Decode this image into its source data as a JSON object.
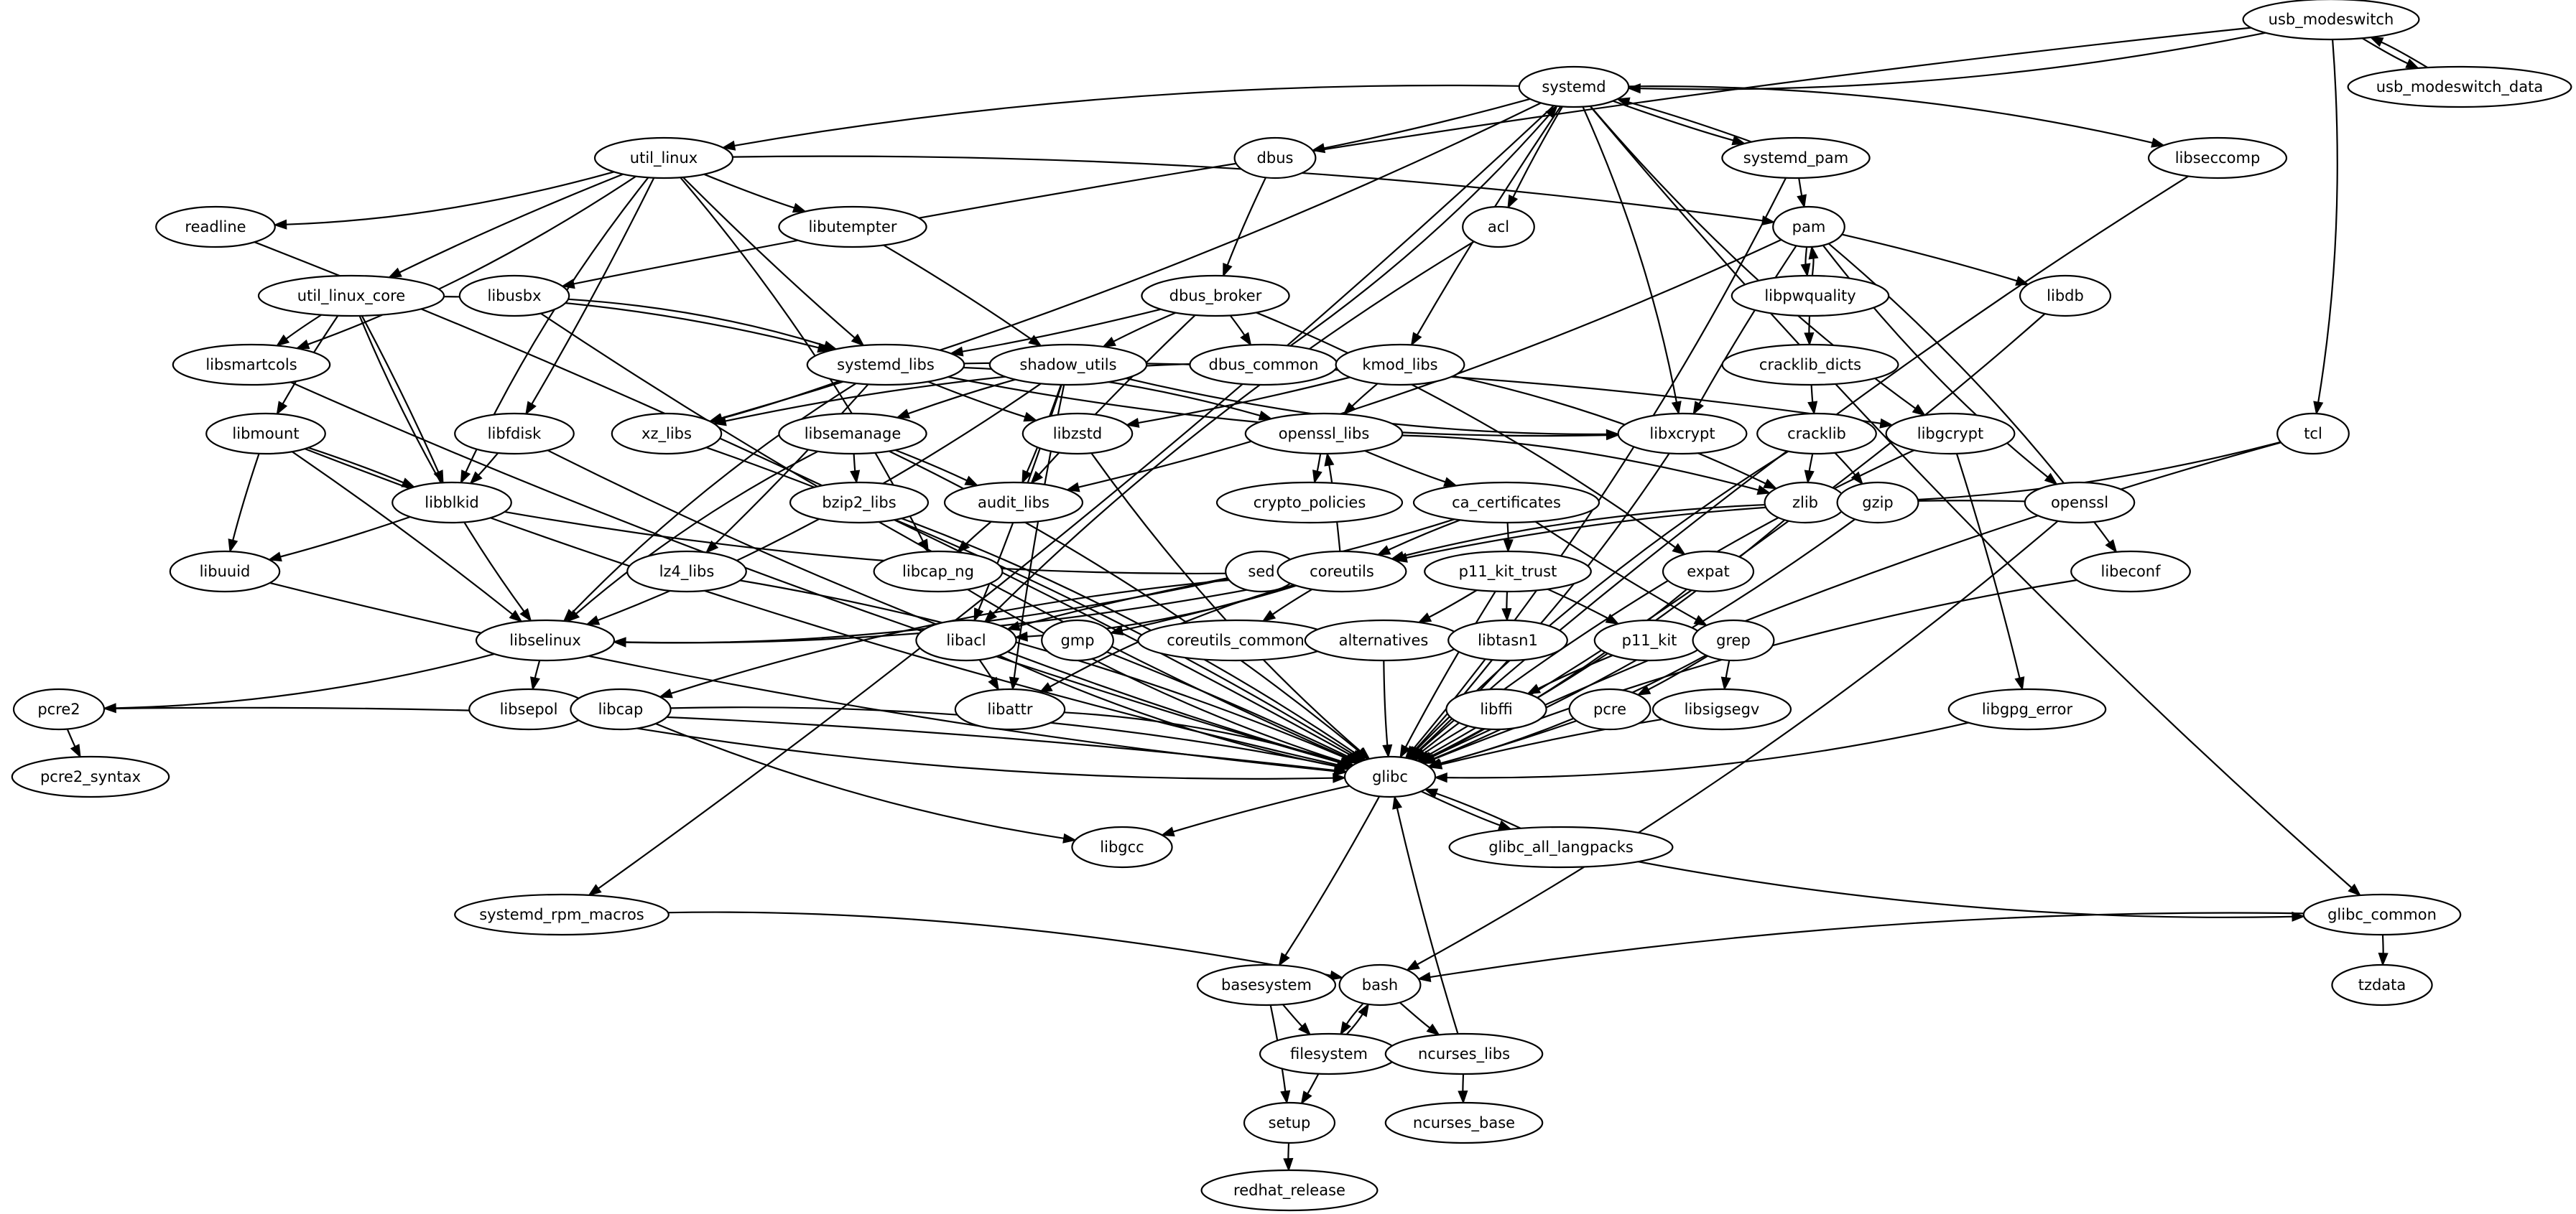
{
  "graph": {
    "type": "directed-dependency-graph",
    "colors": {
      "node_fill": "#ffffff",
      "stroke": "#000000",
      "background": "#ffffff"
    },
    "nodes": [
      {
        "id": "usb_modeswitch",
        "label": "usb_modeswitch"
      },
      {
        "id": "usb_modeswitch_data",
        "label": "usb_modeswitch_data"
      },
      {
        "id": "systemd",
        "label": "systemd"
      },
      {
        "id": "util_linux",
        "label": "util_linux"
      },
      {
        "id": "dbus",
        "label": "dbus"
      },
      {
        "id": "systemd_pam",
        "label": "systemd_pam"
      },
      {
        "id": "libseccomp",
        "label": "libseccomp"
      },
      {
        "id": "readline",
        "label": "readline"
      },
      {
        "id": "libutempter",
        "label": "libutempter"
      },
      {
        "id": "acl",
        "label": "acl"
      },
      {
        "id": "pam",
        "label": "pam"
      },
      {
        "id": "util_linux_core",
        "label": "util_linux_core"
      },
      {
        "id": "libusbx",
        "label": "libusbx"
      },
      {
        "id": "dbus_broker",
        "label": "dbus_broker"
      },
      {
        "id": "libpwquality",
        "label": "libpwquality"
      },
      {
        "id": "libdb",
        "label": "libdb"
      },
      {
        "id": "libsmartcols",
        "label": "libsmartcols"
      },
      {
        "id": "systemd_libs",
        "label": "systemd_libs"
      },
      {
        "id": "shadow_utils",
        "label": "shadow_utils"
      },
      {
        "id": "dbus_common",
        "label": "dbus_common"
      },
      {
        "id": "kmod_libs",
        "label": "kmod_libs"
      },
      {
        "id": "cracklib_dicts",
        "label": "cracklib_dicts"
      },
      {
        "id": "libmount",
        "label": "libmount"
      },
      {
        "id": "libfdisk",
        "label": "libfdisk"
      },
      {
        "id": "xz_libs",
        "label": "xz_libs"
      },
      {
        "id": "libsemanage",
        "label": "libsemanage"
      },
      {
        "id": "libzstd",
        "label": "libzstd"
      },
      {
        "id": "openssl_libs",
        "label": "openssl_libs"
      },
      {
        "id": "libxcrypt",
        "label": "libxcrypt"
      },
      {
        "id": "cracklib",
        "label": "cracklib"
      },
      {
        "id": "libgcrypt",
        "label": "libgcrypt"
      },
      {
        "id": "tcl",
        "label": "tcl"
      },
      {
        "id": "libblkid",
        "label": "libblkid"
      },
      {
        "id": "bzip2_libs",
        "label": "bzip2_libs"
      },
      {
        "id": "audit_libs",
        "label": "audit_libs"
      },
      {
        "id": "crypto_policies",
        "label": "crypto_policies"
      },
      {
        "id": "ca_certificates",
        "label": "ca_certificates"
      },
      {
        "id": "zlib",
        "label": "zlib"
      },
      {
        "id": "gzip",
        "label": "gzip"
      },
      {
        "id": "openssl",
        "label": "openssl"
      },
      {
        "id": "libuuid",
        "label": "libuuid"
      },
      {
        "id": "lz4_libs",
        "label": "lz4_libs"
      },
      {
        "id": "libcap_ng",
        "label": "libcap_ng"
      },
      {
        "id": "sed",
        "label": "sed"
      },
      {
        "id": "coreutils",
        "label": "coreutils"
      },
      {
        "id": "p11_kit_trust",
        "label": "p11_kit_trust"
      },
      {
        "id": "expat",
        "label": "expat"
      },
      {
        "id": "libeconf",
        "label": "libeconf"
      },
      {
        "id": "libselinux",
        "label": "libselinux"
      },
      {
        "id": "libacl",
        "label": "libacl"
      },
      {
        "id": "gmp",
        "label": "gmp"
      },
      {
        "id": "coreutils_common",
        "label": "coreutils_common"
      },
      {
        "id": "alternatives",
        "label": "alternatives"
      },
      {
        "id": "libtasn1",
        "label": "libtasn1"
      },
      {
        "id": "p11_kit",
        "label": "p11_kit"
      },
      {
        "id": "grep",
        "label": "grep"
      },
      {
        "id": "pcre2",
        "label": "pcre2"
      },
      {
        "id": "libsepol",
        "label": "libsepol"
      },
      {
        "id": "libcap",
        "label": "libcap"
      },
      {
        "id": "libattr",
        "label": "libattr"
      },
      {
        "id": "libffi",
        "label": "libffi"
      },
      {
        "id": "pcre",
        "label": "pcre"
      },
      {
        "id": "libsigsegv",
        "label": "libsigsegv"
      },
      {
        "id": "libgpg_error",
        "label": "libgpg_error"
      },
      {
        "id": "glibc",
        "label": "glibc"
      },
      {
        "id": "pcre2_syntax",
        "label": "pcre2_syntax"
      },
      {
        "id": "libgcc",
        "label": "libgcc"
      },
      {
        "id": "glibc_all_langpacks",
        "label": "glibc_all_langpacks"
      },
      {
        "id": "systemd_rpm_macros",
        "label": "systemd_rpm_macros"
      },
      {
        "id": "glibc_common",
        "label": "glibc_common"
      },
      {
        "id": "basesystem",
        "label": "basesystem"
      },
      {
        "id": "bash",
        "label": "bash"
      },
      {
        "id": "tzdata",
        "label": "tzdata"
      },
      {
        "id": "filesystem",
        "label": "filesystem"
      },
      {
        "id": "ncurses_libs",
        "label": "ncurses_libs"
      },
      {
        "id": "setup",
        "label": "setup"
      },
      {
        "id": "ncurses_base",
        "label": "ncurses_base"
      },
      {
        "id": "redhat_release",
        "label": "redhat_release"
      }
    ],
    "edges": [
      [
        "usb_modeswitch",
        "systemd"
      ],
      [
        "usb_modeswitch",
        "libusbx"
      ],
      [
        "usb_modeswitch",
        "usb_modeswitch_data"
      ],
      [
        "usb_modeswitch_data",
        "usb_modeswitch"
      ],
      [
        "usb_modeswitch",
        "tcl"
      ],
      [
        "systemd",
        "util_linux"
      ],
      [
        "systemd",
        "dbus"
      ],
      [
        "systemd",
        "acl"
      ],
      [
        "systemd",
        "systemd_pam"
      ],
      [
        "systemd_pam",
        "systemd"
      ],
      [
        "systemd",
        "libseccomp"
      ],
      [
        "systemd",
        "kmod_libs"
      ],
      [
        "systemd",
        "libxcrypt"
      ],
      [
        "systemd",
        "libgcrypt"
      ],
      [
        "systemd",
        "xz_libs"
      ],
      [
        "systemd",
        "glibc_common"
      ],
      [
        "systemd",
        "systemd_rpm_macros"
      ],
      [
        "dbus_common",
        "systemd"
      ],
      [
        "util_linux",
        "readline"
      ],
      [
        "util_linux",
        "libutempter"
      ],
      [
        "util_linux",
        "pam"
      ],
      [
        "util_linux",
        "util_linux_core"
      ],
      [
        "util_linux",
        "libsmartcols"
      ],
      [
        "util_linux",
        "systemd_libs"
      ],
      [
        "util_linux",
        "libfdisk"
      ],
      [
        "util_linux",
        "libblkid"
      ],
      [
        "util_linux",
        "libcap_ng"
      ],
      [
        "dbus",
        "dbus_broker"
      ],
      [
        "libutempter",
        "shadow_utils"
      ],
      [
        "systemd_pam",
        "pam"
      ],
      [
        "systemd_pam",
        "glibc"
      ],
      [
        "libseccomp",
        "glibc"
      ],
      [
        "readline",
        "glibc"
      ],
      [
        "acl",
        "libacl"
      ],
      [
        "pam",
        "libpwquality"
      ],
      [
        "libpwquality",
        "pam"
      ],
      [
        "pam",
        "libdb"
      ],
      [
        "pam",
        "libxcrypt"
      ],
      [
        "pam",
        "audit_libs"
      ],
      [
        "pam",
        "openssl"
      ],
      [
        "pam",
        "libeconf"
      ],
      [
        "util_linux_core",
        "libsmartcols"
      ],
      [
        "util_linux_core",
        "systemd_libs"
      ],
      [
        "util_linux_core",
        "libmount"
      ],
      [
        "util_linux_core",
        "libblkid"
      ],
      [
        "util_linux_core",
        "libselinux"
      ],
      [
        "libusbx",
        "systemd_libs"
      ],
      [
        "libusbx",
        "glibc"
      ],
      [
        "dbus_broker",
        "systemd_libs"
      ],
      [
        "dbus_broker",
        "shadow_utils"
      ],
      [
        "dbus_broker",
        "dbus_common"
      ],
      [
        "dbus_broker",
        "audit_libs"
      ],
      [
        "dbus_broker",
        "expat"
      ],
      [
        "libpwquality",
        "cracklib_dicts"
      ],
      [
        "libdb",
        "glibc"
      ],
      [
        "libsmartcols",
        "glibc"
      ],
      [
        "systemd_libs",
        "xz_libs"
      ],
      [
        "systemd_libs",
        "libzstd"
      ],
      [
        "systemd_libs",
        "lz4_libs"
      ],
      [
        "systemd_libs",
        "libselinux"
      ],
      [
        "systemd_libs",
        "openssl_libs"
      ],
      [
        "systemd_libs",
        "libxcrypt"
      ],
      [
        "systemd_libs",
        "libgcrypt"
      ],
      [
        "shadow_utils",
        "libsemanage"
      ],
      [
        "shadow_utils",
        "audit_libs"
      ],
      [
        "shadow_utils",
        "libxcrypt"
      ],
      [
        "shadow_utils",
        "libacl"
      ],
      [
        "shadow_utils",
        "libattr"
      ],
      [
        "shadow_utils",
        "libselinux"
      ],
      [
        "kmod_libs",
        "openssl_libs"
      ],
      [
        "kmod_libs",
        "libzstd"
      ],
      [
        "kmod_libs",
        "xz_libs"
      ],
      [
        "kmod_libs",
        "zlib"
      ],
      [
        "cracklib_dicts",
        "cracklib"
      ],
      [
        "libmount",
        "libblkid"
      ],
      [
        "libmount",
        "libuuid"
      ],
      [
        "libmount",
        "libselinux"
      ],
      [
        "libmount",
        "glibc"
      ],
      [
        "libfdisk",
        "libblkid"
      ],
      [
        "libfdisk",
        "glibc"
      ],
      [
        "xz_libs",
        "glibc"
      ],
      [
        "libsemanage",
        "bzip2_libs"
      ],
      [
        "libsemanage",
        "audit_libs"
      ],
      [
        "libsemanage",
        "libselinux"
      ],
      [
        "libsemanage",
        "glibc"
      ],
      [
        "libzstd",
        "glibc"
      ],
      [
        "openssl_libs",
        "crypto_policies"
      ],
      [
        "openssl_libs",
        "ca_certificates"
      ],
      [
        "openssl_libs",
        "zlib"
      ],
      [
        "coreutils",
        "openssl_libs"
      ],
      [
        "libxcrypt",
        "glibc"
      ],
      [
        "cracklib",
        "zlib"
      ],
      [
        "cracklib",
        "gzip"
      ],
      [
        "cracklib",
        "glibc"
      ],
      [
        "libgcrypt",
        "libgpg_error"
      ],
      [
        "libgcrypt",
        "glibc"
      ],
      [
        "tcl",
        "zlib"
      ],
      [
        "tcl",
        "glibc"
      ],
      [
        "libblkid",
        "libuuid"
      ],
      [
        "libblkid",
        "coreutils"
      ],
      [
        "bzip2_libs",
        "glibc"
      ],
      [
        "audit_libs",
        "libcap_ng"
      ],
      [
        "ca_certificates",
        "p11_kit_trust"
      ],
      [
        "ca_certificates",
        "coreutils"
      ],
      [
        "ca_certificates",
        "sed"
      ],
      [
        "ca_certificates",
        "grep"
      ],
      [
        "zlib",
        "glibc"
      ],
      [
        "gzip",
        "coreutils"
      ],
      [
        "gzip",
        "glibc"
      ],
      [
        "openssl",
        "coreutils"
      ],
      [
        "openssl",
        "bash"
      ],
      [
        "libuuid",
        "glibc"
      ],
      [
        "lz4_libs",
        "glibc"
      ],
      [
        "libcap_ng",
        "glibc"
      ],
      [
        "sed",
        "libselinux"
      ],
      [
        "sed",
        "libacl"
      ],
      [
        "coreutils",
        "libacl"
      ],
      [
        "coreutils",
        "libattr"
      ],
      [
        "coreutils",
        "gmp"
      ],
      [
        "coreutils",
        "coreutils_common"
      ],
      [
        "coreutils",
        "libselinux"
      ],
      [
        "coreutils",
        "libcap"
      ],
      [
        "p11_kit_trust",
        "alternatives"
      ],
      [
        "p11_kit_trust",
        "libtasn1"
      ],
      [
        "p11_kit_trust",
        "p11_kit"
      ],
      [
        "p11_kit_trust",
        "glibc"
      ],
      [
        "expat",
        "glibc"
      ],
      [
        "libeconf",
        "glibc"
      ],
      [
        "libselinux",
        "pcre2"
      ],
      [
        "libselinux",
        "libsepol"
      ],
      [
        "libacl",
        "libattr"
      ],
      [
        "libacl",
        "glibc"
      ],
      [
        "gmp",
        "glibc"
      ],
      [
        "alternatives",
        "glibc"
      ],
      [
        "libtasn1",
        "glibc"
      ],
      [
        "p11_kit",
        "libffi"
      ],
      [
        "grep",
        "pcre"
      ],
      [
        "grep",
        "libsigsegv"
      ],
      [
        "grep",
        "glibc"
      ],
      [
        "pcre2",
        "pcre2_syntax"
      ],
      [
        "pcre2",
        "glibc"
      ],
      [
        "libsepol",
        "glibc"
      ],
      [
        "libcap",
        "glibc"
      ],
      [
        "libcap",
        "libgcc"
      ],
      [
        "libattr",
        "glibc"
      ],
      [
        "libffi",
        "glibc"
      ],
      [
        "pcre",
        "glibc"
      ],
      [
        "libsigsegv",
        "glibc"
      ],
      [
        "libgpg_error",
        "glibc"
      ],
      [
        "glibc",
        "libgcc"
      ],
      [
        "glibc",
        "glibc_all_langpacks"
      ],
      [
        "glibc_all_langpacks",
        "glibc"
      ],
      [
        "glibc",
        "basesystem"
      ],
      [
        "glibc_all_langpacks",
        "glibc_common"
      ],
      [
        "systemd_rpm_macros",
        "bash"
      ],
      [
        "glibc_common",
        "bash"
      ],
      [
        "glibc_common",
        "tzdata"
      ],
      [
        "basesystem",
        "filesystem"
      ],
      [
        "basesystem",
        "setup"
      ],
      [
        "bash",
        "filesystem"
      ],
      [
        "filesystem",
        "bash"
      ],
      [
        "bash",
        "ncurses_libs"
      ],
      [
        "ncurses_libs",
        "glibc"
      ],
      [
        "ncurses_libs",
        "ncurses_base"
      ],
      [
        "filesystem",
        "setup"
      ],
      [
        "setup",
        "redhat_release"
      ]
    ]
  }
}
